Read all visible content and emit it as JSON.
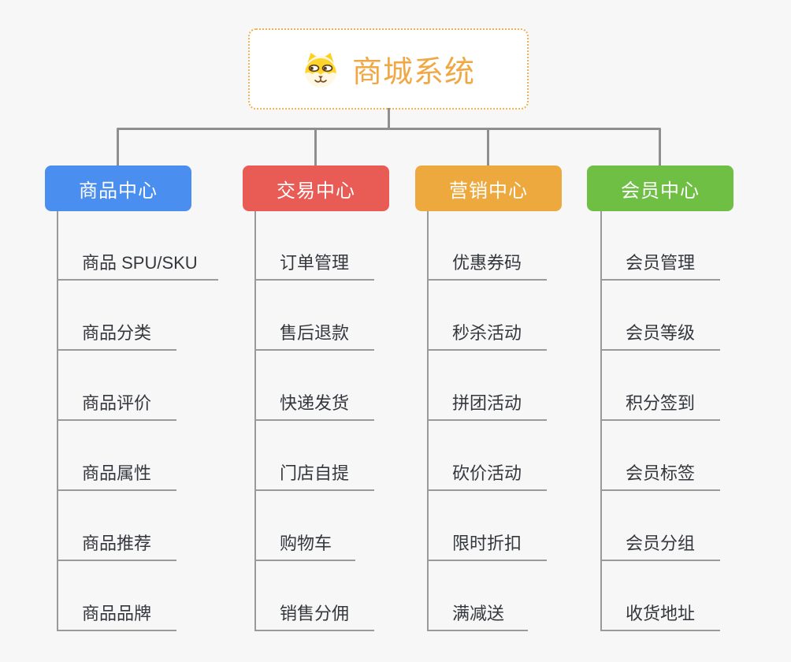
{
  "canvas": {
    "background": "#f7f7f7",
    "connector_color": "#8f8f8f",
    "underline_color": "#9a9a9a",
    "item_text_color": "#34373c"
  },
  "root": {
    "title": "商城系统",
    "icon": "shiba-dog-icon",
    "background": "#ffffff",
    "border_color": "#f2b14e",
    "title_color": "#f0a845"
  },
  "branches": [
    {
      "label": "商品中心",
      "color": "#4a8ff0",
      "children": [
        "商品 SPU/SKU",
        "商品分类",
        "商品评价",
        "商品属性",
        "商品推荐",
        "商品品牌"
      ]
    },
    {
      "label": "交易中心",
      "color": "#e95c55",
      "children": [
        "订单管理",
        "售后退款",
        "快递发货",
        "门店自提",
        "购物车",
        "销售分佣"
      ]
    },
    {
      "label": "营销中心",
      "color": "#eda93d",
      "children": [
        "优惠券码",
        "秒杀活动",
        "拼团活动",
        "砍价活动",
        "限时折扣",
        "满减送"
      ]
    },
    {
      "label": "会员中心",
      "color": "#6fbf45",
      "children": [
        "会员管理",
        "会员等级",
        "积分签到",
        "会员标签",
        "会员分组",
        "收货地址"
      ]
    }
  ]
}
